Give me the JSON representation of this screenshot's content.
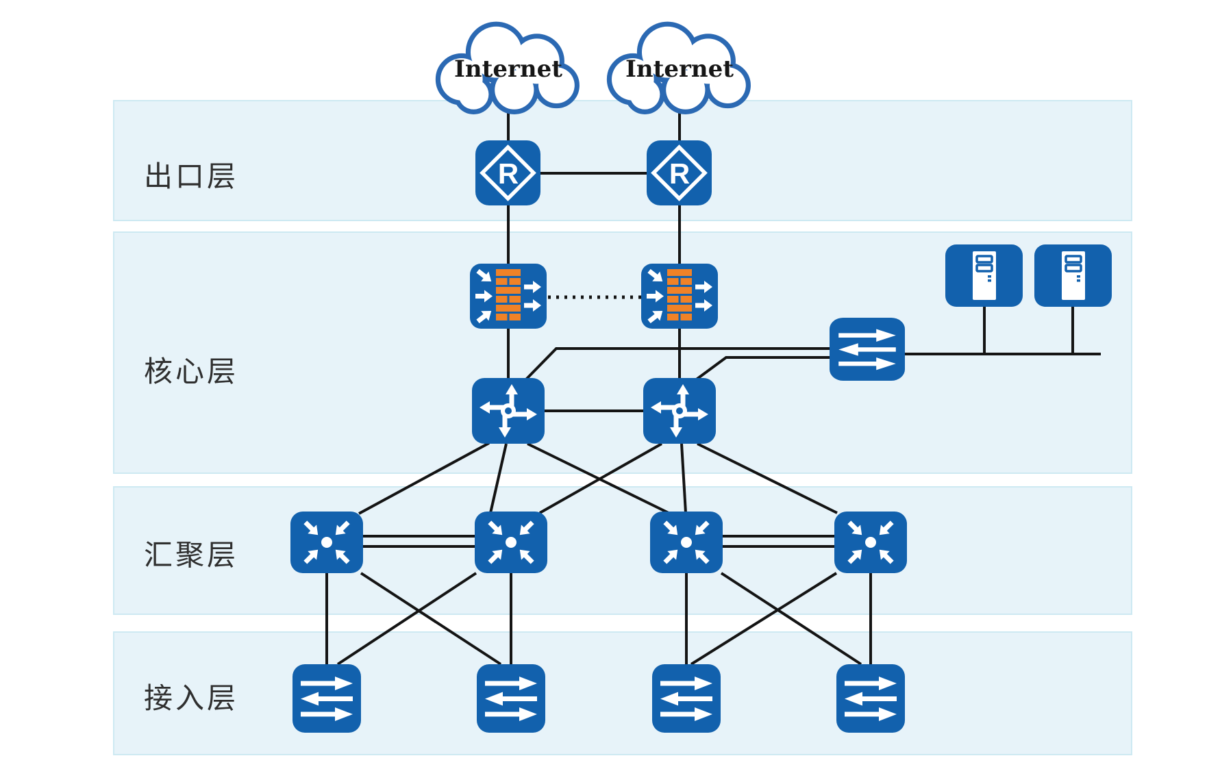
{
  "diagram": {
    "layers": [
      {
        "label": "出口层"
      },
      {
        "label": "核心层"
      },
      {
        "label": "汇聚层"
      },
      {
        "label": "接入层"
      }
    ],
    "clouds": [
      {
        "label": "Internet"
      },
      {
        "label": "Internet"
      }
    ],
    "routers": [
      {
        "label": "R"
      },
      {
        "label": "R"
      }
    ],
    "icons": {
      "cloud": "internet-cloud",
      "router": "router-icon",
      "firewall": "firewall-icon",
      "core_switch": "l3-core-switch-icon",
      "agg_switch": "aggregation-switch-icon",
      "access_switch": "l2-switch-icon",
      "server": "server-icon"
    },
    "colors": {
      "device_blue": "#1261ad",
      "brick_orange": "#f08227",
      "band_fill": "#e7f3f9",
      "band_border": "#cde9f2",
      "line": "#141414",
      "cloud_border": "#2b69b3",
      "label_text": "#2f2f2f"
    }
  }
}
